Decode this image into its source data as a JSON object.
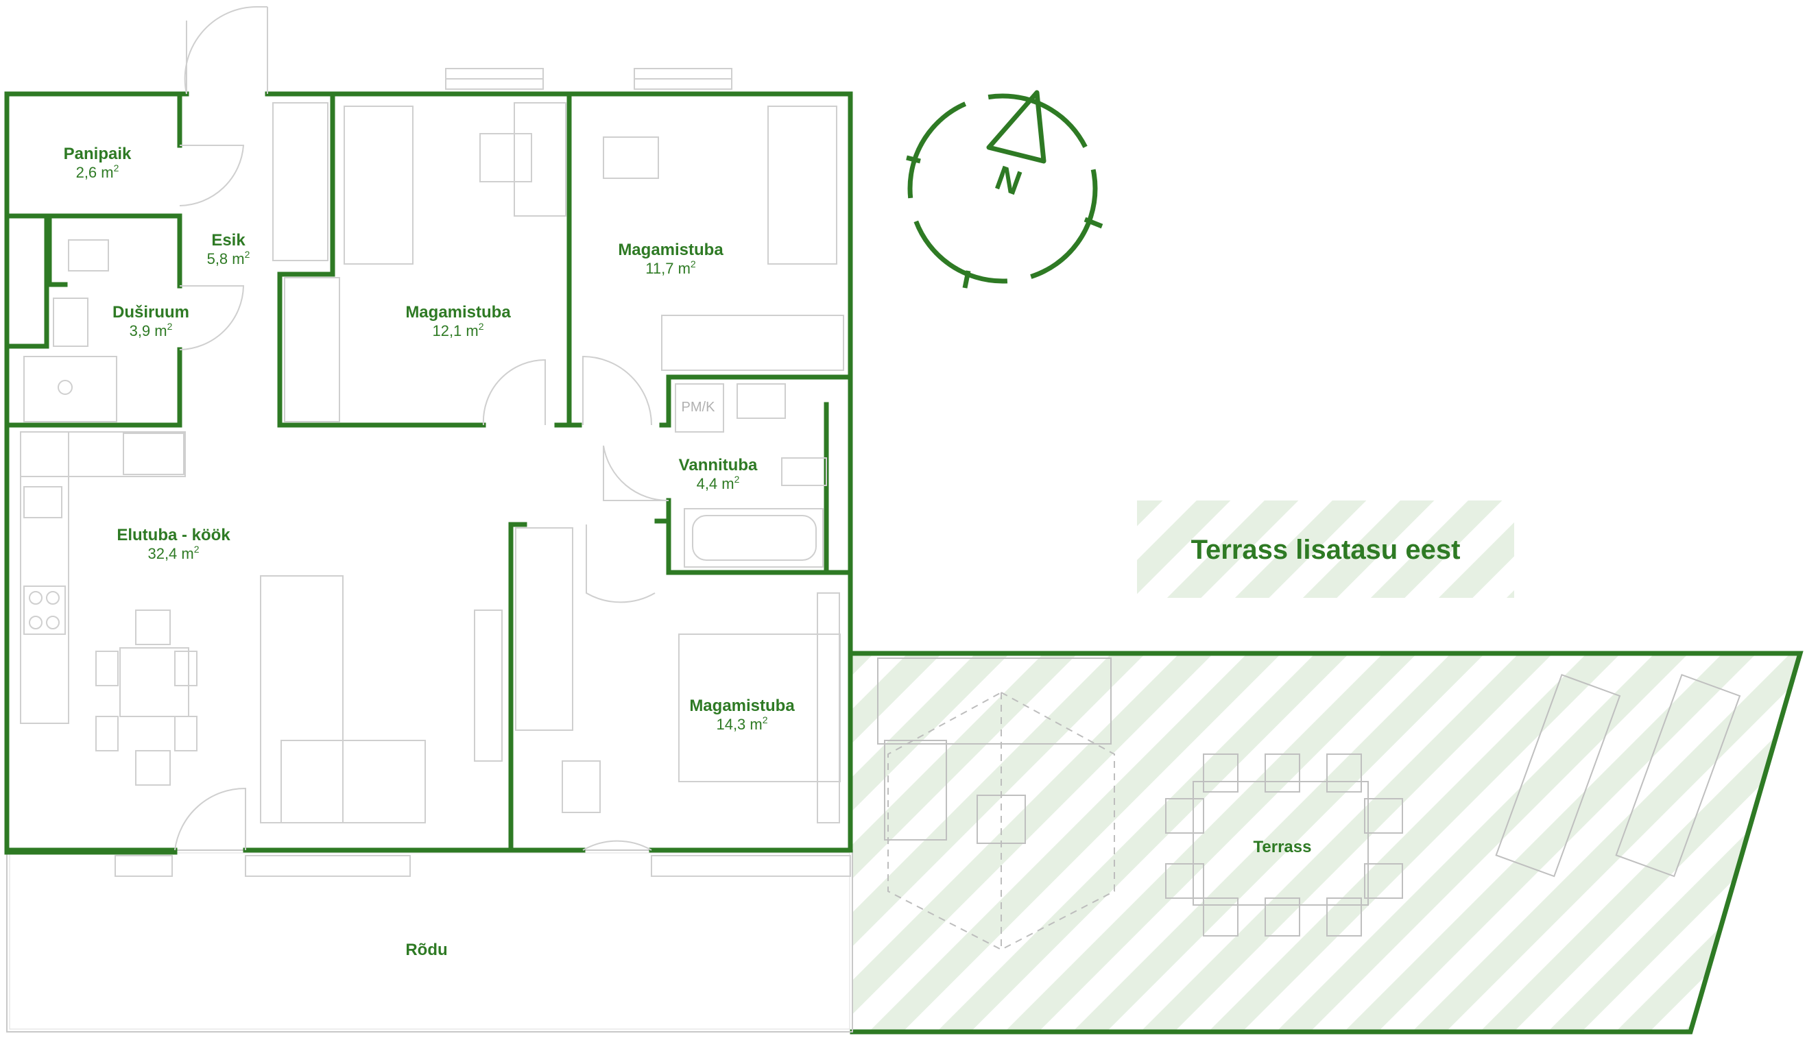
{
  "colors": {
    "wall": "#2e7a24",
    "label": "#2e7a24",
    "hatch": "#e6f0e3",
    "furniture": "#c8c8c8"
  },
  "rooms": {
    "panipaik": {
      "name": "Panipaik",
      "area": "2,6 m",
      "sup": "2"
    },
    "esik": {
      "name": "Esik",
      "area": "5,8 m",
      "sup": "2"
    },
    "dushiruum": {
      "name": "Duširuum",
      "area": "3,9 m",
      "sup": "2"
    },
    "magamistuba1": {
      "name": "Magamistuba",
      "area": "12,1 m",
      "sup": "2"
    },
    "magamistuba2": {
      "name": "Magamistuba",
      "area": "11,7 m",
      "sup": "2"
    },
    "vannituba": {
      "name": "Vannituba",
      "area": "4,4 m",
      "sup": "2"
    },
    "elutuba": {
      "name": "Elutuba - köök",
      "area": "32,4 m",
      "sup": "2"
    },
    "magamistuba3": {
      "name": "Magamistuba",
      "area": "14,3 m",
      "sup": "2"
    },
    "rodu": {
      "name": "Rõdu"
    },
    "terrass": {
      "name": "Terrass"
    }
  },
  "pmk_label": "PM/K",
  "terrace_banner": "Terrass lisatasu eest",
  "compass": {
    "letter": "N",
    "icon": "compass-icon"
  }
}
